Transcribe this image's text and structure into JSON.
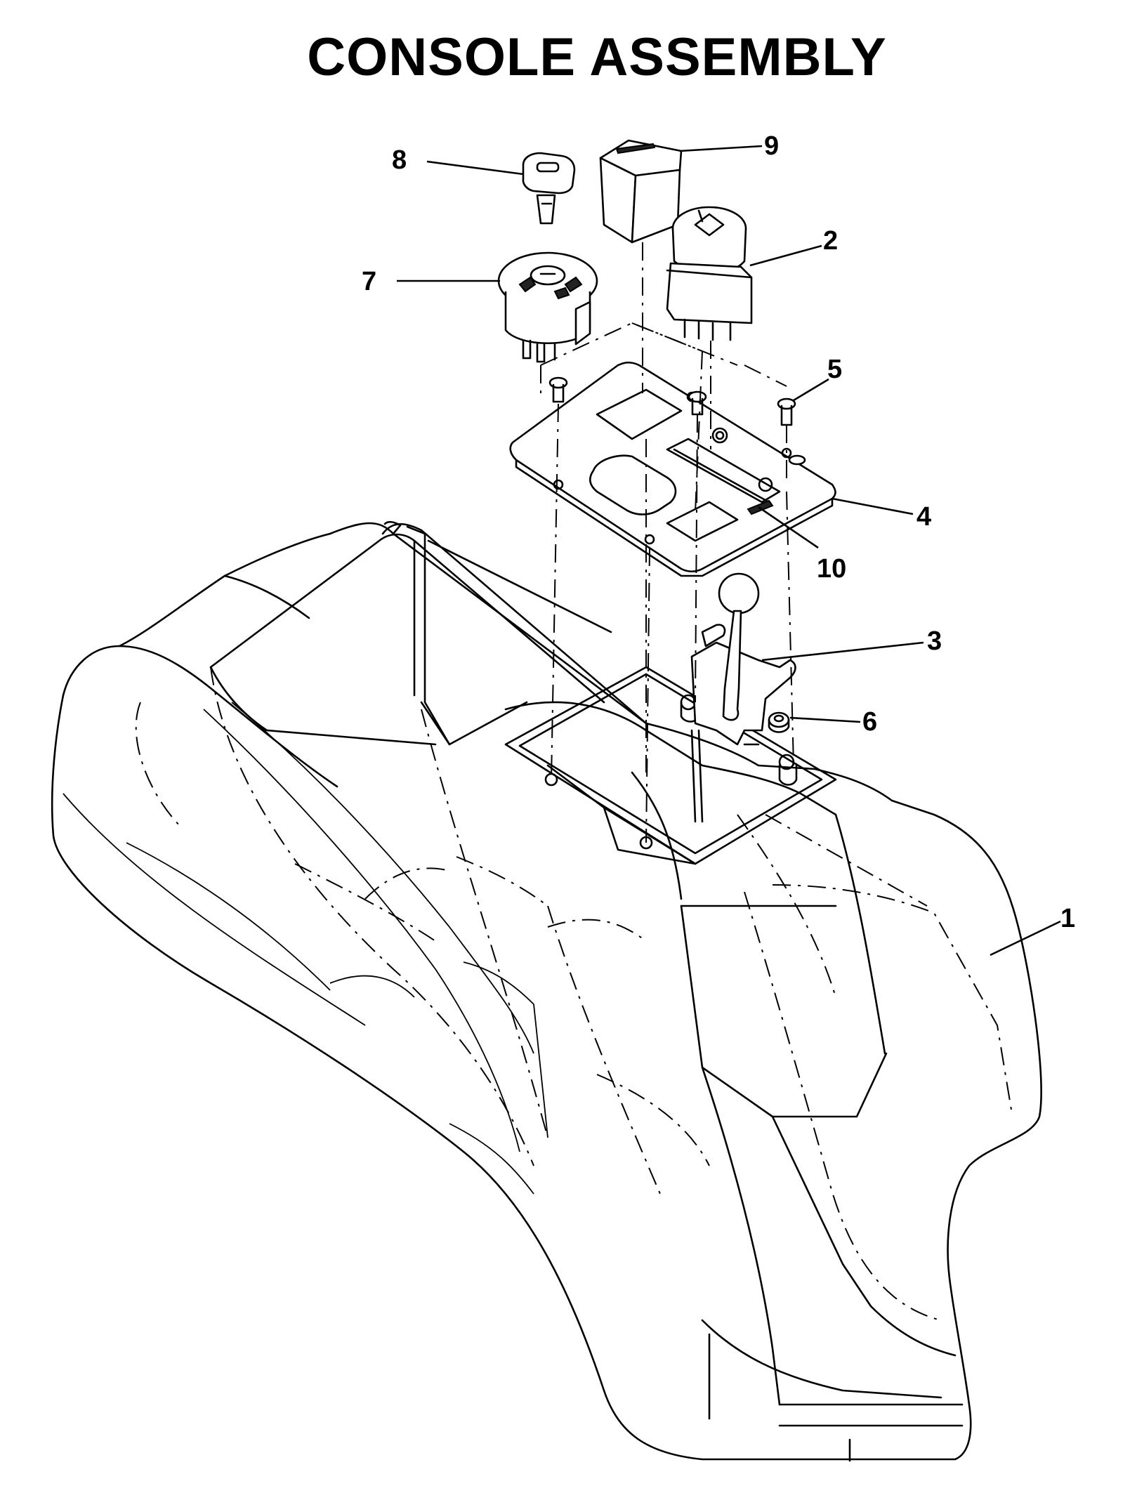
{
  "title": "CONSOLE ASSEMBLY",
  "callouts": [
    {
      "id": "1",
      "label": "1"
    },
    {
      "id": "2",
      "label": "2"
    },
    {
      "id": "3",
      "label": "3"
    },
    {
      "id": "4",
      "label": "4"
    },
    {
      "id": "5",
      "label": "5"
    },
    {
      "id": "6",
      "label": "6"
    },
    {
      "id": "7",
      "label": "7"
    },
    {
      "id": "8",
      "label": "8"
    },
    {
      "id": "9",
      "label": "9"
    },
    {
      "id": "10",
      "label": "10"
    }
  ]
}
